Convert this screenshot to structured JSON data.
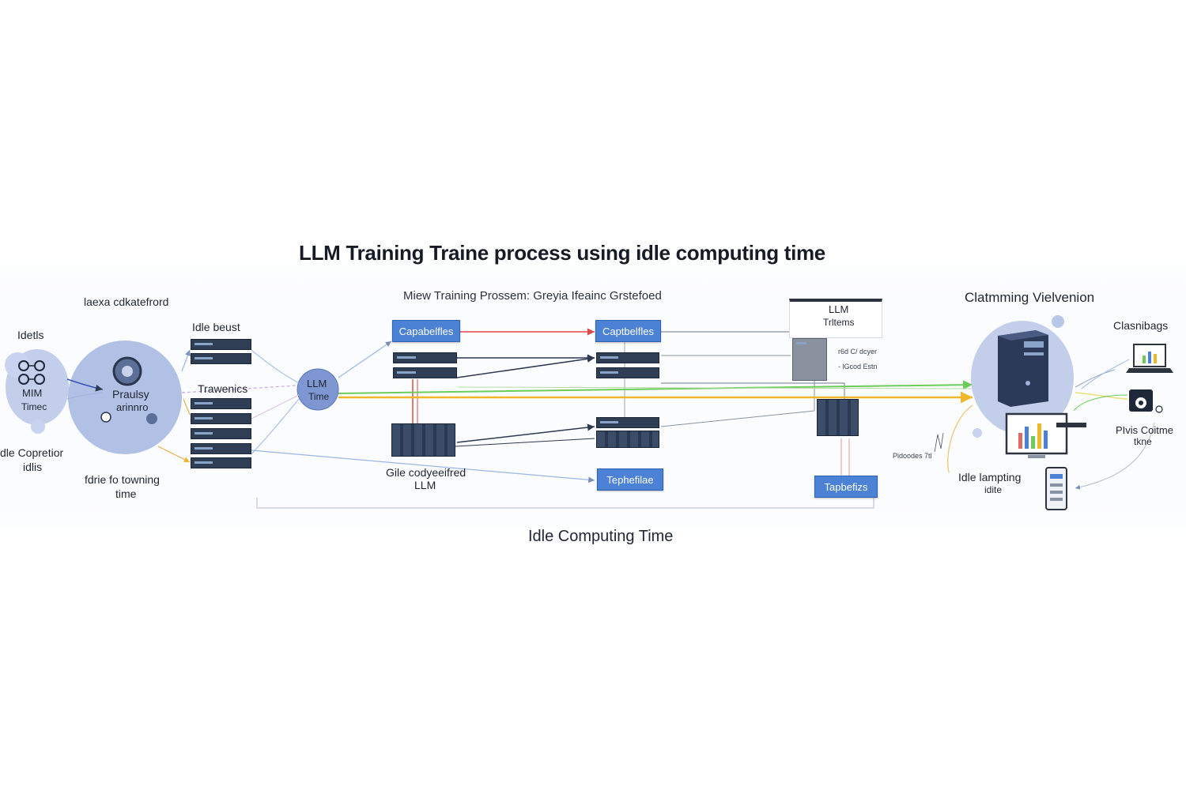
{
  "title": "LLM Training Traine process using idle computing time",
  "subtitle": "Miew Training Prossem: Greyia Ifeainc Grstefoed",
  "footer": "Idle Computing Time",
  "left": {
    "labels": {
      "laexa": "laexa cdkatefrord",
      "idetls": "Idetls",
      "mim": "MIM",
      "timec": "Timec",
      "idle_beust": "Idle beust",
      "praulsy": "Praulsy",
      "arinnro": "arinnro",
      "trawenics": "Trawenics",
      "copretior_1": "dle Copretior",
      "copretior_2": "idlis",
      "fdrie_1": "fdrie fo towning",
      "fdrie_2": "time"
    },
    "node": {
      "line1": "LLM",
      "line2": "Time"
    }
  },
  "middle": {
    "buttons": [
      "Capabelfles",
      "Captbelfles",
      "Tephefilae",
      "Tapbefizs"
    ],
    "gile_1": "Gile codyeeifred",
    "gile_2": "LLM",
    "llm_box": {
      "line1": "LLM",
      "line2": "Trltems"
    },
    "legend_1": "r6d C/ dcyer",
    "legend_2": "- lGcod Estn"
  },
  "right": {
    "heading": "Clatmming Vielvenion",
    "clasnibags": "Clasnibags",
    "pivis_1": "PIvis Coitme",
    "pivis_2": "tkne",
    "pidoodes": "Pidoodes 7tl",
    "idle_lamp_1": "Idle lampting",
    "idle_lamp_2": "idite"
  },
  "colors": {
    "node_fill": "#9fb2de",
    "button_blue": "#4b82d6",
    "rack_dark": "#2f3d55",
    "arrow_red": "#e04848",
    "arrow_green": "#6dcc5a",
    "arrow_yellow": "#f0b72a",
    "arrow_blue": "#9bb6e6"
  },
  "icons": [
    "neural-network-icon",
    "gear-icon",
    "server-tower-icon",
    "laptop-chart-icon",
    "speaker-icon",
    "monitor-chart-icon",
    "phone-icon"
  ]
}
